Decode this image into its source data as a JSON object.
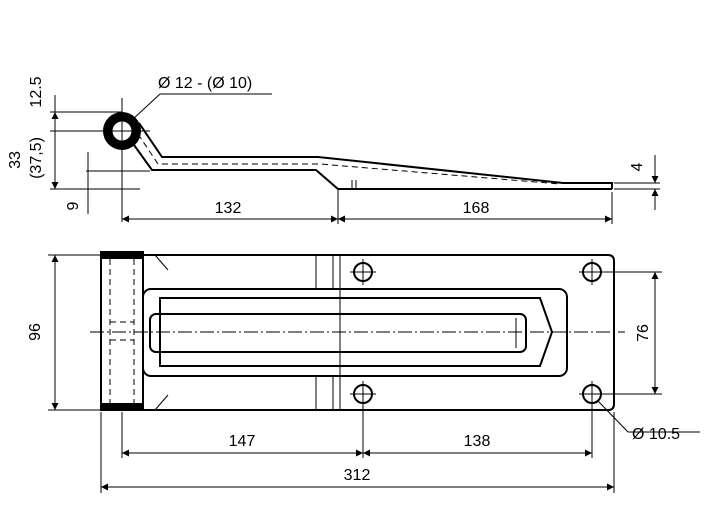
{
  "side_view": {
    "dims": {
      "eye_offset": "12.5",
      "total_height": "33",
      "total_height_alt": "(37,5)",
      "base_offset": "9",
      "bend_length": "132",
      "tail_length": "168",
      "plate_thickness": "4"
    },
    "eye_diameter": "Ø 12 - (Ø 10)"
  },
  "top_view": {
    "dims": {
      "width": "96",
      "hole_spacing": "76",
      "first_hole": "147",
      "hole_pitch": "138",
      "total_length": "312"
    },
    "hole_diameter": "Ø 10.5"
  },
  "colors": {
    "ink": "#000000",
    "paper": "#ffffff"
  }
}
